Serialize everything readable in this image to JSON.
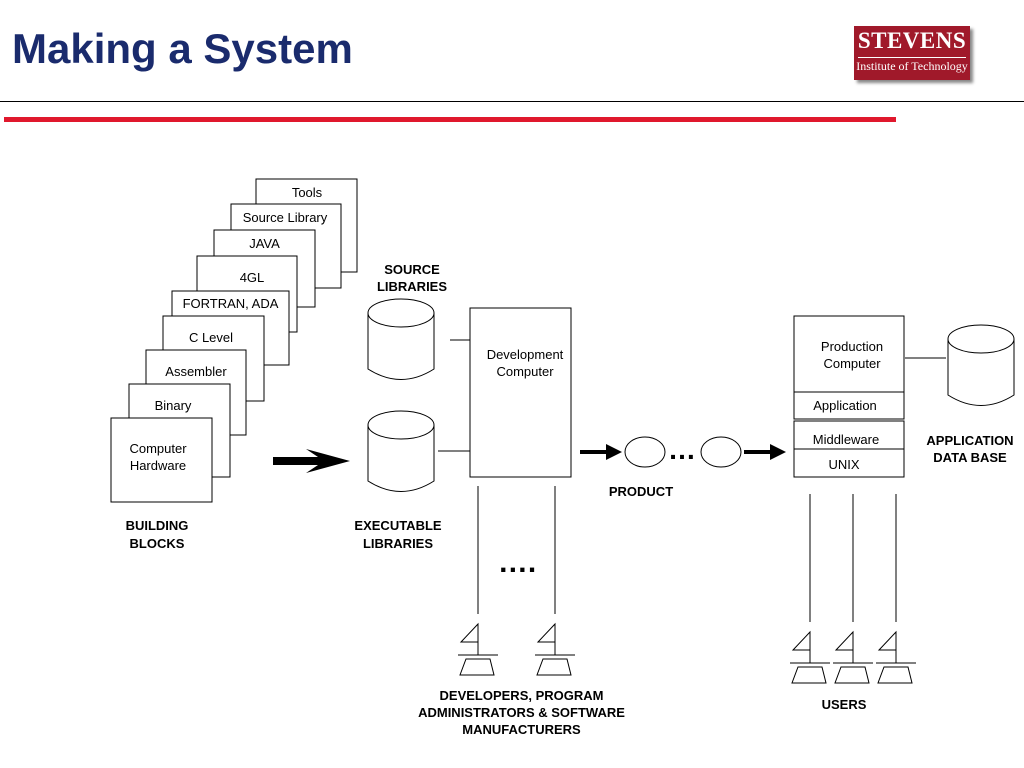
{
  "header": {
    "title": "Making a System",
    "logo_line1": "STEVENS",
    "logo_line2": "Institute of Technology"
  },
  "stack": [
    "Tools",
    "Source Library",
    "JAVA",
    "4GL",
    "FORTRAN, ADA",
    "C Level",
    "Assembler",
    "Binary",
    "Computer Hardware"
  ],
  "labels": {
    "building_blocks": "BUILDING BLOCKS",
    "source_libraries": "SOURCE LIBRARIES",
    "executable_libraries": "EXECUTABLE LIBRARIES",
    "development_computer": "Development Computer",
    "product": "PRODUCT",
    "ellipsis_product": "…",
    "ellipsis_devs": "….",
    "developers": "DEVELOPERS, PROGRAM ADMINISTRATORS & SOFTWARE MANUFACTURERS",
    "production_computer": "Production Computer",
    "application": "Application",
    "middleware": "Middleware",
    "unix": "UNIX",
    "application_database": "APPLICATION DATA BASE",
    "users": "USERS"
  },
  "colors": {
    "title": "#1a2b6d",
    "rule": "#e0182d",
    "logo": "#a0192a"
  }
}
